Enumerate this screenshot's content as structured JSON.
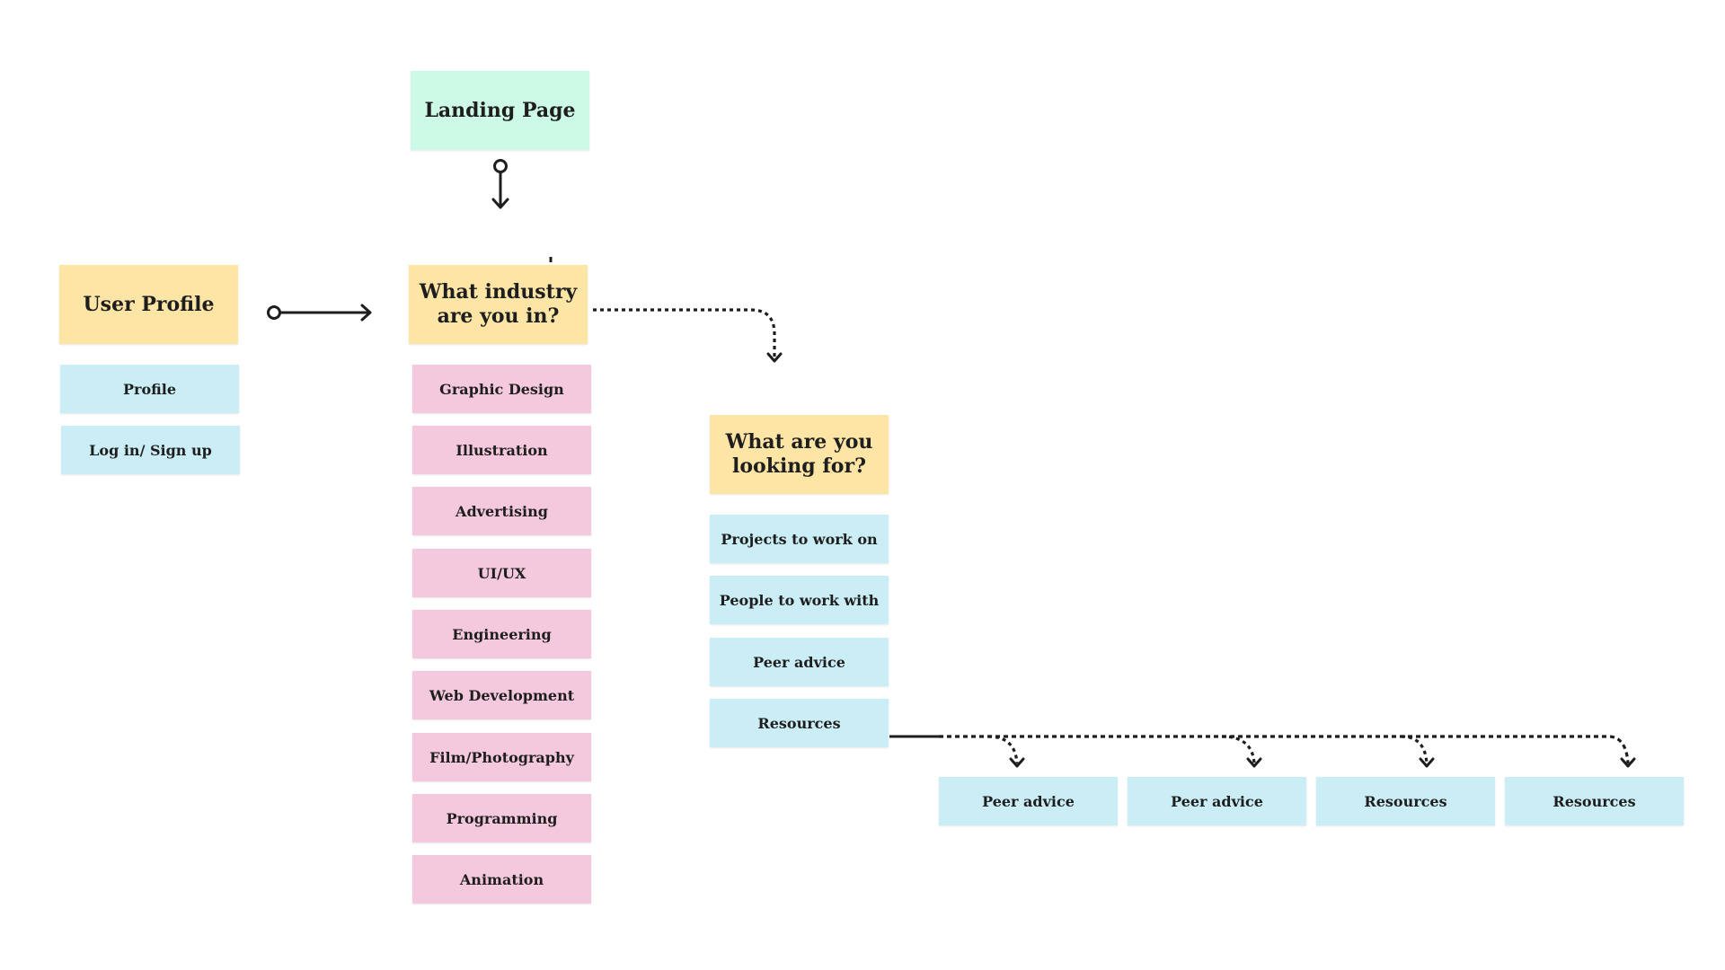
{
  "landing": {
    "title": "Landing Page"
  },
  "user_profile": {
    "title": "User Profile",
    "items": [
      "Profile",
      "Log in/ Sign up"
    ]
  },
  "industry": {
    "title": "What industry\nare you in?",
    "items": [
      "Graphic Design",
      "Illustration",
      "Advertising",
      "UI/UX",
      "Engineering",
      "Web Development",
      "Film/Photography",
      "Programming",
      "Animation"
    ]
  },
  "looking_for": {
    "title": "What are you\nlooking for?",
    "items": [
      "Projects to work on",
      "People to work with",
      "Peer advice",
      "Resources"
    ]
  },
  "resources_children": {
    "items": [
      "Peer advice",
      "Peer advice",
      "Resources",
      "Resources"
    ]
  },
  "colors": {
    "landing": "#cdfae6",
    "question": "#fde5a6",
    "option_blue": "#cbeef6",
    "option_pink": "#f5c9dd",
    "connector": "#1e1e1e"
  }
}
